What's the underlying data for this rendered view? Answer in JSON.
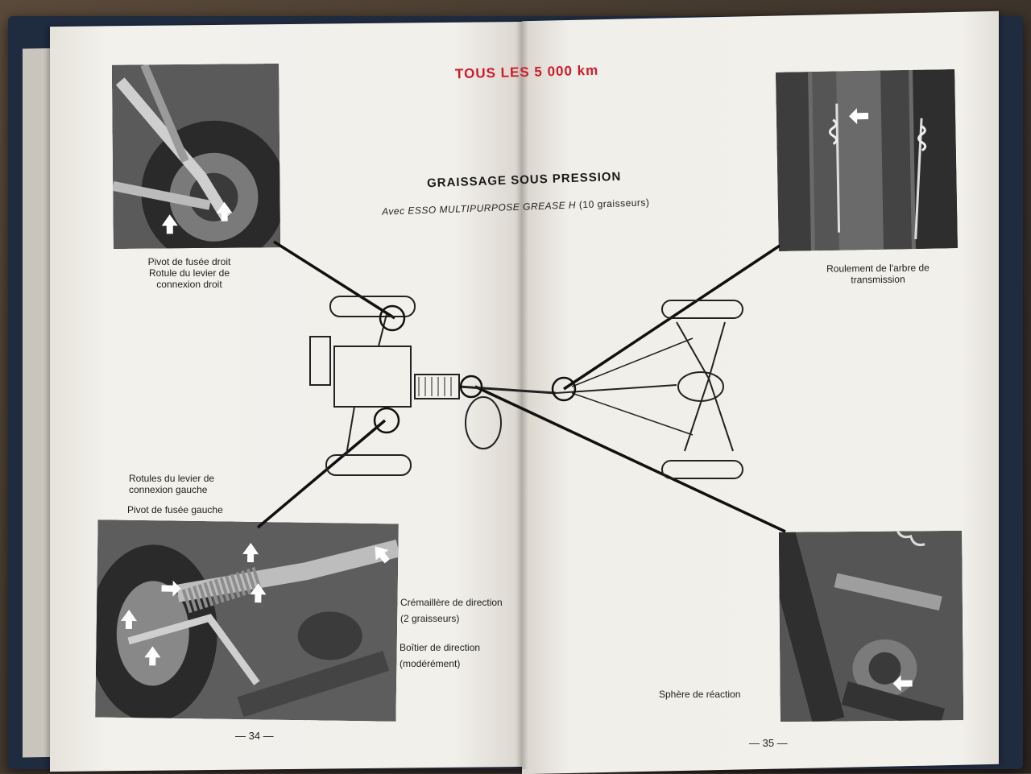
{
  "header": {
    "interval": "TOUS LES 5 000 km",
    "title": "GRAISSAGE SOUS PRESSION",
    "subtitle_prefix": "Avec ",
    "subtitle_product": "ESSO MULTIPURPOSE GREASE H",
    "subtitle_suffix": " (10 graisseurs)"
  },
  "captions": {
    "front_right_1": "Pivot de fusée droit",
    "front_right_2": "Rotule du levier de",
    "front_right_3": "connexion droit",
    "transmission_1": "Roulement de l'arbre de",
    "transmission_2": "transmission",
    "left_ball_1": "Rotules du levier de",
    "left_ball_2": "connexion gauche",
    "left_pivot": "Pivot de fusée gauche",
    "rack_1": "Crémaillère de direction",
    "rack_2": "(2 graisseurs)",
    "box_1": "Boîtier de direction",
    "box_2": "(modérément)",
    "sphere": "Sphère de réaction"
  },
  "page_numbers": {
    "left": "— 34 —",
    "right": "— 35 —"
  },
  "colors": {
    "accent_red": "#d11a2a",
    "paper": "#f1efea",
    "binder": "#1f2b3f"
  }
}
